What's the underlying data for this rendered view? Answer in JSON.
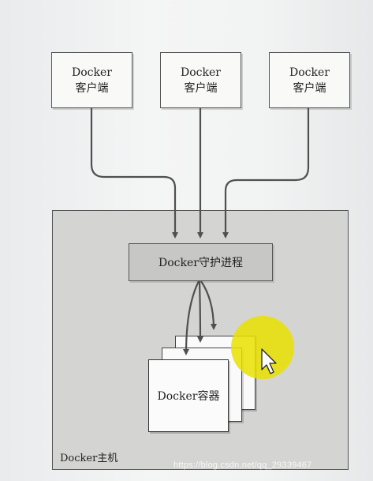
{
  "clients": [
    {
      "line1": "Docker",
      "line2": "客户端"
    },
    {
      "line1": "Docker",
      "line2": "客户端"
    },
    {
      "line1": "Docker",
      "line2": "客户端"
    }
  ],
  "daemon": {
    "label": "Docker守护进程"
  },
  "container": {
    "label": "Docker容器"
  },
  "host": {
    "label": "Docker主机"
  },
  "watermark": "https://blog.csdn.net/qq_29339467",
  "colors": {
    "host_fill": "#d4d4d3",
    "daemon_fill": "#c7c7c6",
    "arrow": "#505050",
    "cursor_highlight": "#e8e000"
  }
}
